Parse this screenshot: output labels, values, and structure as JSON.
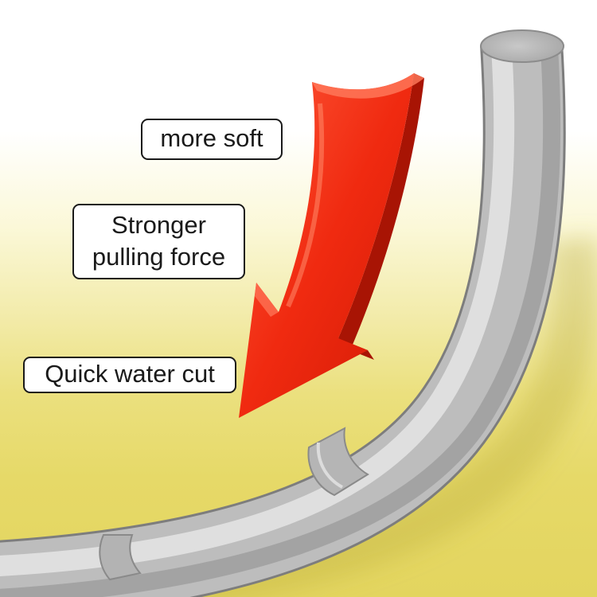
{
  "callouts": {
    "soft": "more soft",
    "pulling": [
      "Stronger",
      "pulling force"
    ],
    "water_cut": "Quick water cut"
  },
  "colors": {
    "arrow": "#f02a10",
    "line": "#c9c9c9",
    "background_top": "#ffffff",
    "background_bottom": "#e3d55f"
  }
}
